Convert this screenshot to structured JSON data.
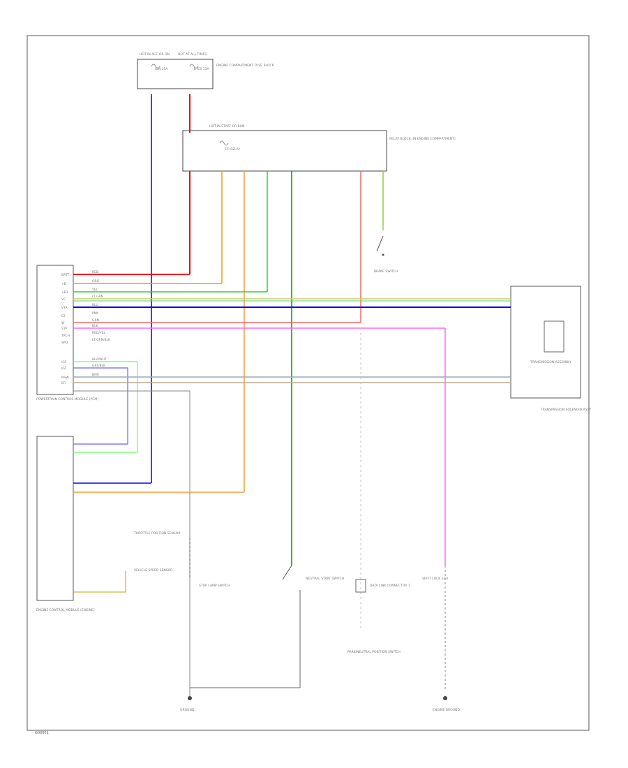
{
  "diagram": {
    "fuse_block": {
      "fuse_left": "HOT IN ACC OR ON",
      "fuse_right": "HOT AT ALL TIMES",
      "name": "ENGINE COMPARTMENT FUSE BLOCK",
      "fuse_left_detail": "IGN 10A",
      "fuse_right_detail": "ETCS 15A"
    },
    "relay_box": {
      "top_label": "HOT IN START OR RUN",
      "name": "RELAY BLOCK (IN ENGINE COMPARTMENT)",
      "relay_label": "EFI RELAY"
    },
    "ecm": {
      "name": "POWERTRAIN CONTROL MODULE (PCM)",
      "pins": [
        "BATT",
        "+B",
        "+B1",
        "VC",
        "VTA",
        "E2",
        "W",
        "STP",
        "TACH",
        "SPD",
        "IGF",
        "IGT",
        "NSW",
        "EFI"
      ]
    },
    "tcm": {
      "name": "ENGINE CONTROL MODULE (ENGINE)"
    },
    "transmission": {
      "name": "TRANSMISSION ASSEMBLY",
      "caption": "TRANSMISSION SOLENOID ASSY"
    },
    "components": {
      "stop_lamp": "STOP LAMP SWITCH",
      "shift_lock": "SHIFT LOCK ECU",
      "neutral_switch": "NEUTRAL START SWITCH",
      "data_link": "DATA LINK CONNECTOR 1",
      "park_neutral": "PARK/NEUTRAL POSITION SWITCH",
      "brake_switch": "BRAKE SWITCH",
      "throttle_sensor": "THROTTLE POSITION SENSOR",
      "vehicle_speed": "VEHICLE SPEED SENSOR"
    },
    "grounds": {
      "left": "GROUND",
      "right": "ENGINE GROUND"
    },
    "wire_labels": [
      "RED",
      "ORG",
      "YEL",
      "LT GRN",
      "BLU",
      "PNK",
      "GRN",
      "BLK",
      "RED/YEL",
      "LT GRN/BLK",
      "BLU/WHT",
      "GRY/BLK",
      "BRN"
    ],
    "figure_id": "G00001"
  }
}
